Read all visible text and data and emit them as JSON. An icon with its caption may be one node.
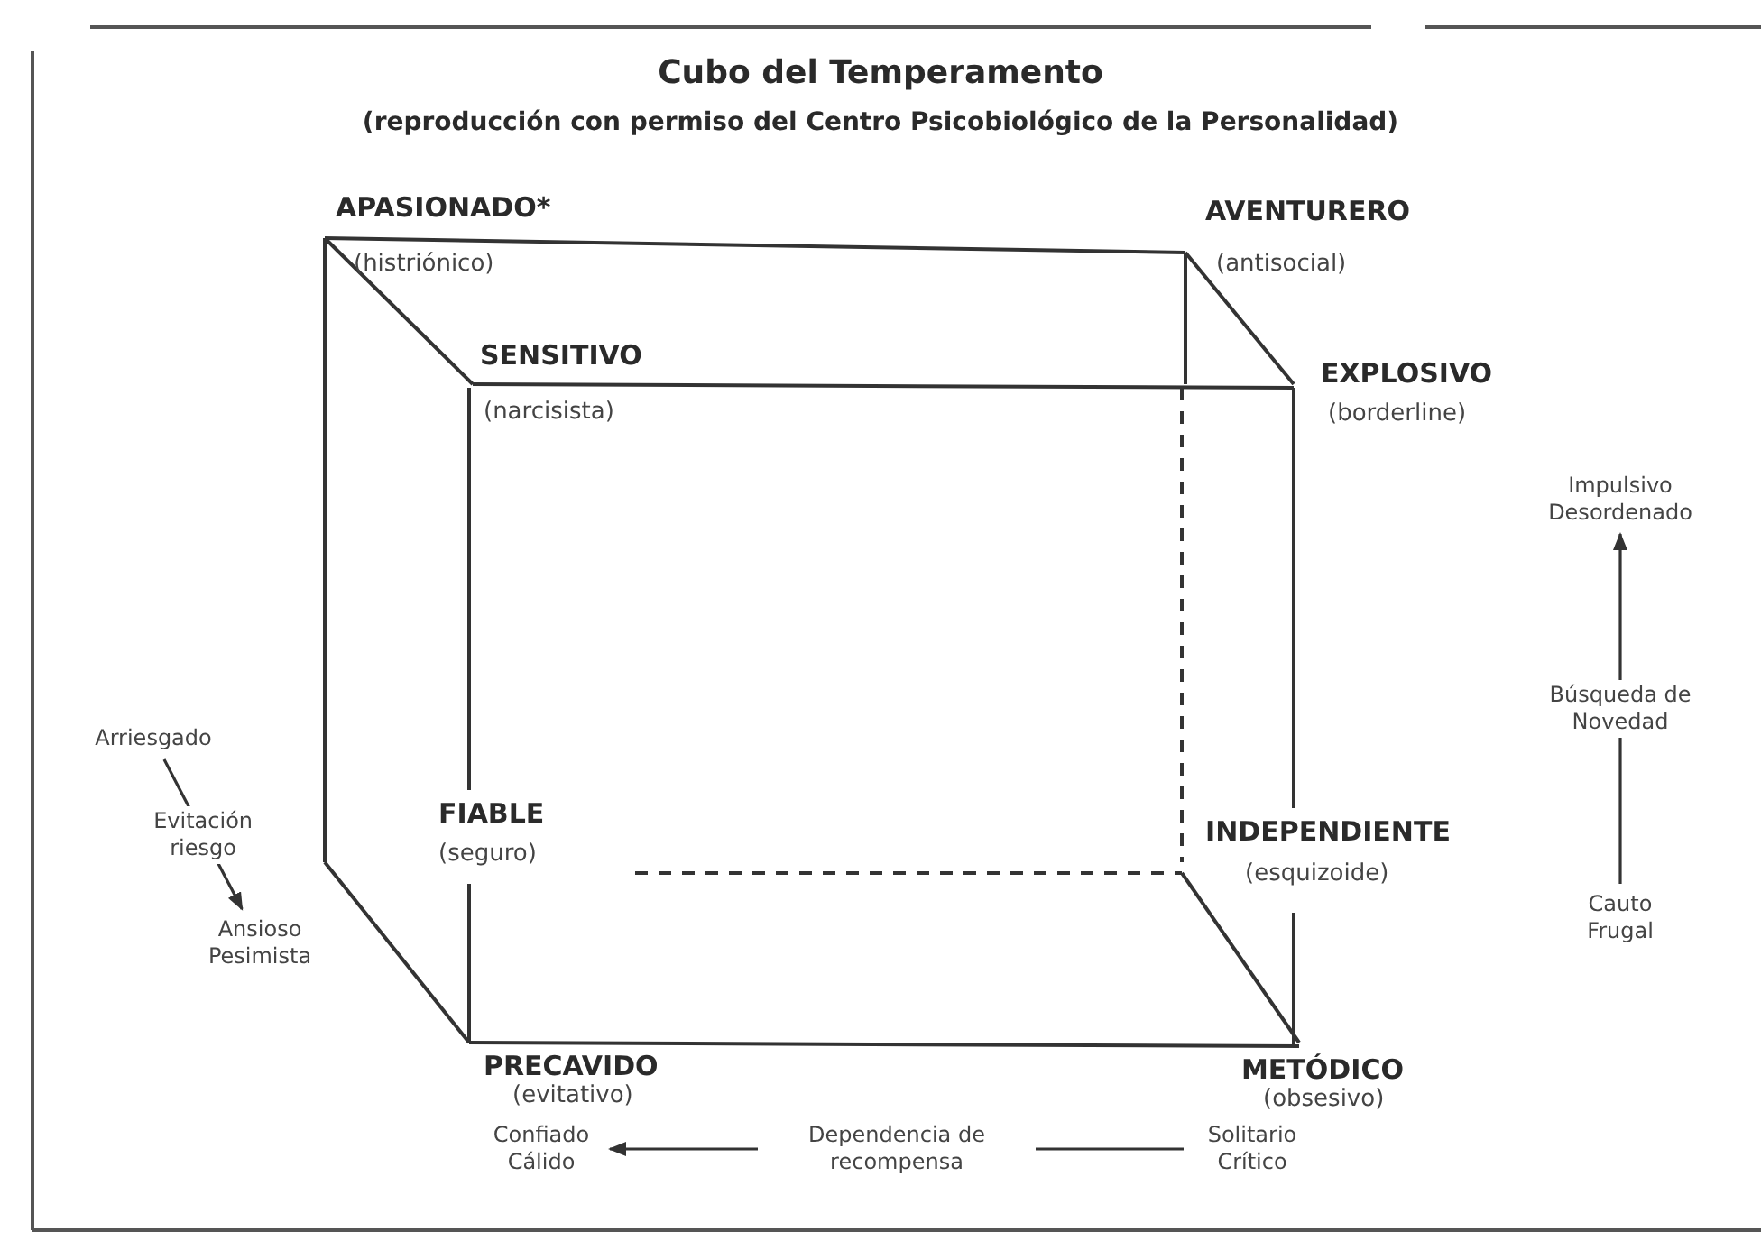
{
  "diagram": {
    "title": "Cubo del Temperamento",
    "nodes": [
      {
        "text": [
          "Arriesgado"
        ]
      },
      {
        "text": [
          "Ansioso Pesimista"
        ]
      },
      {
        "text": [
          "Confiado Cálido"
        ]
      },
      {
        "text": [
          "Solitario Crítico"
        ]
      },
      {
        "text": [
          "Impulsivo Desordenado"
        ]
      },
      {
        "text": [
          "Cauto Frugal"
        ]
      }
    ],
    "edges": [
      {
        "from": 0,
        "to": 1,
        "arrow": "to",
        "label": "Evitación riesgo"
      },
      {
        "from": 3,
        "to": 2,
        "arrow": "to",
        "label": "Dependencia de recompensa"
      },
      {
        "from": 5,
        "to": 4,
        "arrow": "to",
        "label": "Búsqueda de Novedad"
      }
    ],
    "labels": [
      "(reproducción con permiso del Centro Psicobiológico de la Personalidad)",
      "APASIONADO*",
      "AVENTURERO",
      "(histriónico)",
      "(antisocial)",
      "SENSITIVO",
      "EXPLOSIVO",
      "(narcisista)",
      "(borderline)",
      "FIABLE",
      "INDEPENDIENTE",
      "(seguro)",
      "(esquizoide)",
      "PRECAVIDO",
      "METÓDICO",
      "(evitativo)",
      "(obsesivo)"
    ]
  }
}
